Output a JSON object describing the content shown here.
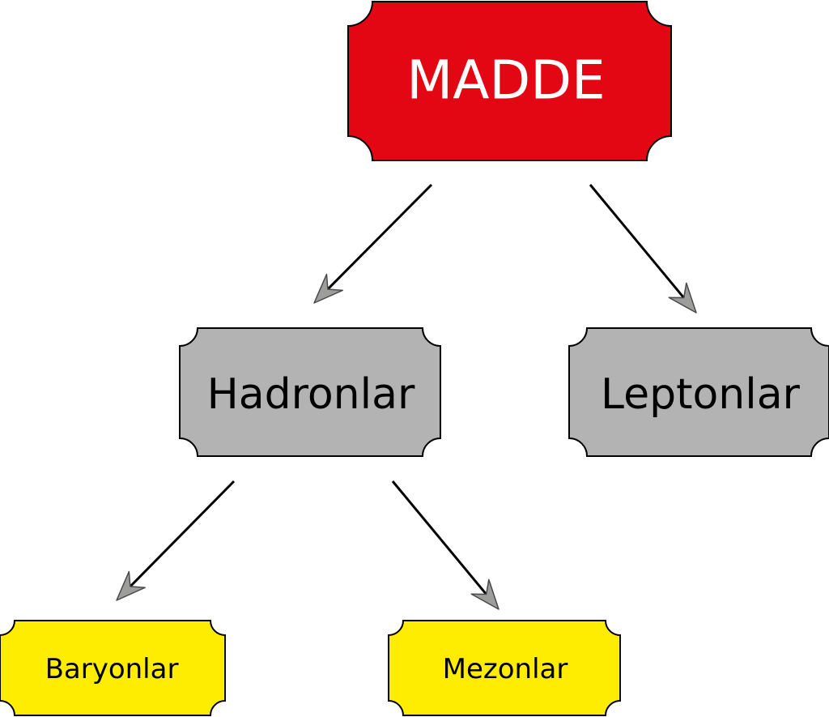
{
  "nodes": {
    "root": {
      "label": "MADDE",
      "fill": "#e30613",
      "text_color": "#ffffff"
    },
    "hadrons": {
      "label": "Hadronlar",
      "fill": "#b3b3b3",
      "text_color": "#000000"
    },
    "leptons": {
      "label": "Leptonlar",
      "fill": "#b3b3b3",
      "text_color": "#000000"
    },
    "baryons": {
      "label": "Baryonlar",
      "fill": "#ffed00",
      "text_color": "#000000"
    },
    "mesons": {
      "label": "Mezonlar",
      "fill": "#ffed00",
      "text_color": "#000000"
    }
  },
  "edges": [
    {
      "from": "MADDE",
      "to": "Hadronlar"
    },
    {
      "from": "MADDE",
      "to": "Leptonlar"
    },
    {
      "from": "Hadronlar",
      "to": "Baryonlar"
    },
    {
      "from": "Hadronlar",
      "to": "Mezonlar"
    }
  ],
  "arrow_head_color": "#9d9d9c",
  "outline_color": "#000000"
}
